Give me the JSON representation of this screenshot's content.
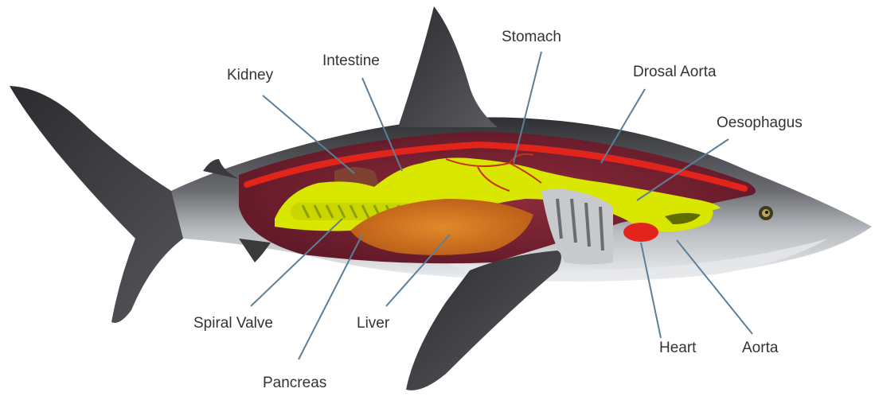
{
  "labels": {
    "kidney": "Kidney",
    "intestine": "Intestine",
    "stomach": "Stomach",
    "dorsal_aorta": "Drosal Aorta",
    "oesophagus": "Oesophagus",
    "spiral_valve": "Spiral Valve",
    "liver": "Liver",
    "pancreas": "Pancreas",
    "heart": "Heart",
    "aorta": "Aorta"
  },
  "colors": {
    "skin_dark": "#3a3a3d",
    "skin_grey": "#6e6f74",
    "belly": "#e6e8ea",
    "body_cavity": "#7a2433",
    "gut_yellow": "#d8e600",
    "liver_orange": "#d2731c",
    "vessel_red": "#e3241b",
    "leader_line": "#5b7f99"
  }
}
